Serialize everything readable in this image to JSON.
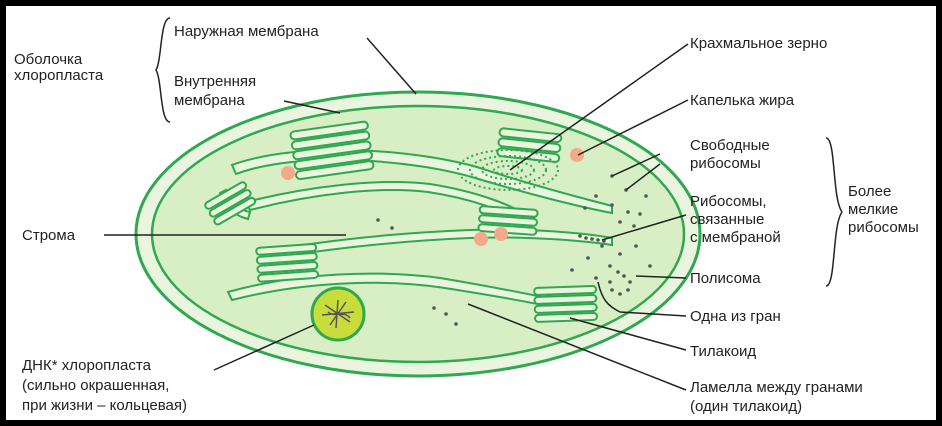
{
  "labels": {
    "envelope": [
      "Оболочка",
      "хлоропласта"
    ],
    "outer_membrane": "Наружная мембрана",
    "inner_membrane": [
      "Внутренняя",
      "мембрана"
    ],
    "stroma": "Строма",
    "dna": [
      "ДНК* хлоропласта",
      "(сильно окрашенная,",
      "при жизни – кольцевая)"
    ],
    "starch_grain": "Крахмальное зерно",
    "lipid_droplet": "Капелька жира",
    "free_ribosomes": [
      "Свободные",
      "рибосомы"
    ],
    "bound_ribosomes": [
      "Рибосомы,",
      "связанные",
      "с мембраной"
    ],
    "smaller_ribosomes": [
      "Более",
      "мелкие",
      "рибосомы"
    ],
    "polysome": "Полисома",
    "granum": "Одна из гран",
    "thylakoid": "Тилакоид",
    "lamella": [
      "Ламелла между гранами",
      "(один тилакоид)"
    ]
  },
  "colors": {
    "membrane": "#2fa84f",
    "stroma": "#d8eec4",
    "thylakoid_fill": "#e9f6dd",
    "lipid": "#f4a98a",
    "dna_fill": "#c8dc3c",
    "leader": "#222222",
    "dot": "#555555"
  }
}
